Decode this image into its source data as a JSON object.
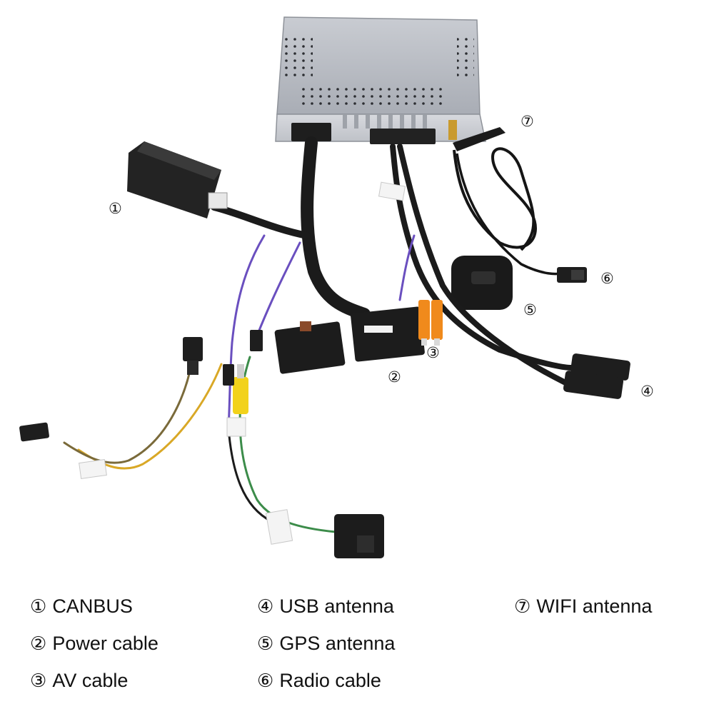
{
  "callouts": {
    "c1": "①",
    "c2": "②",
    "c3": "③",
    "c4": "④",
    "c5": "⑤",
    "c6": "⑥",
    "c7": "⑦"
  },
  "legend": {
    "items": [
      {
        "num": "①",
        "label": "CANBUS"
      },
      {
        "num": "②",
        "label": "Power cable"
      },
      {
        "num": "③",
        "label": "AV cable"
      },
      {
        "num": "④",
        "label": "USB antenna"
      },
      {
        "num": "⑤",
        "label": "GPS antenna"
      },
      {
        "num": "⑥",
        "label": "Radio cable"
      },
      {
        "num": "⑦",
        "label": "WIFI antenna"
      }
    ]
  },
  "colors": {
    "head_unit": "#b8bcc3",
    "wire_black": "#1b1b1b",
    "wire_purple": "#6a4fbf",
    "wire_yellow": "#d9a826",
    "wire_green": "#3c8c4a",
    "rca_orange": "#f08a1c",
    "rca_yellow": "#f2d21b",
    "gold_connector": "#c99a2e"
  }
}
